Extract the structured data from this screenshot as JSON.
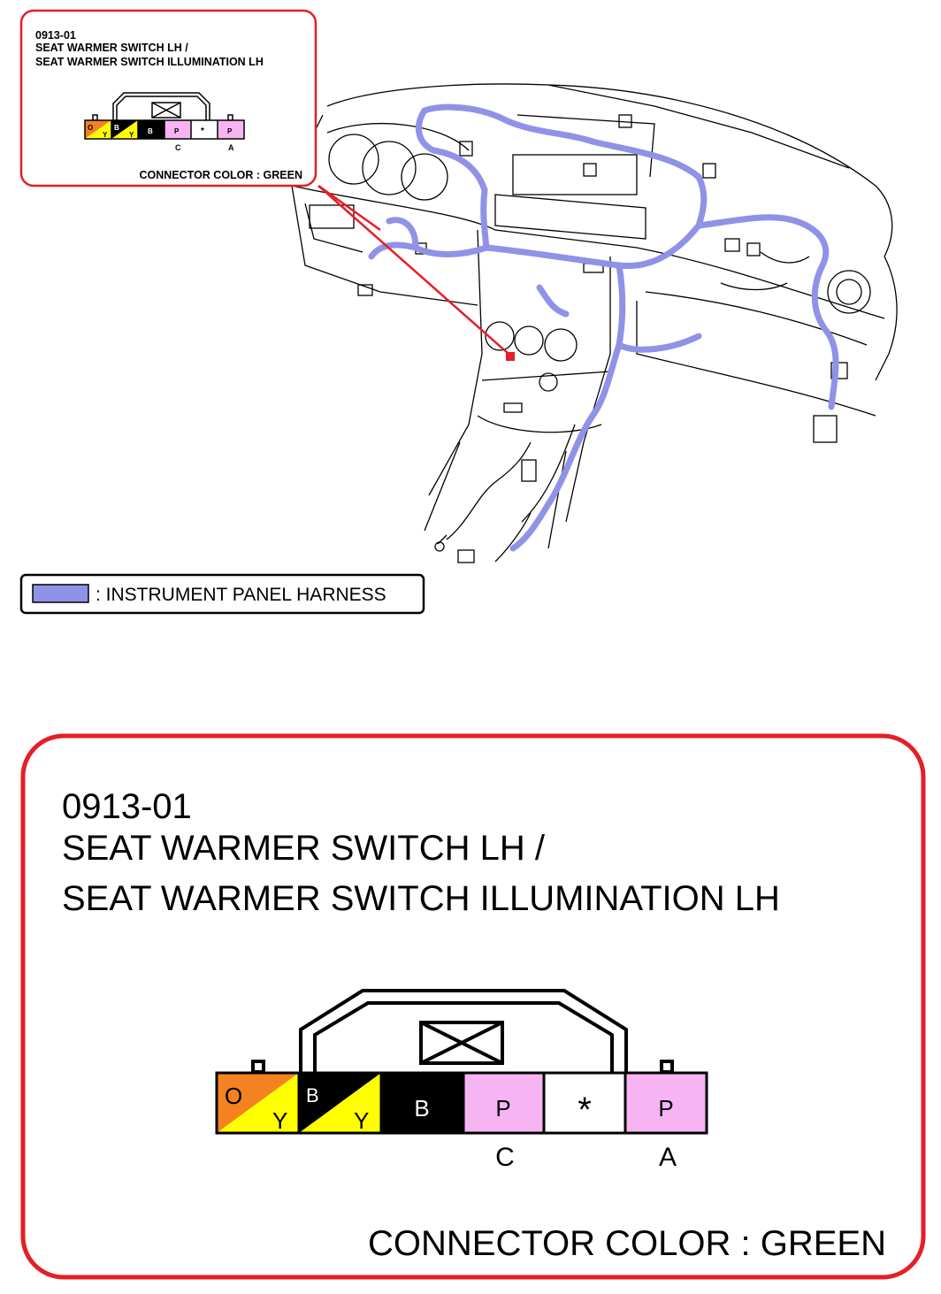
{
  "small_callout": {
    "code": "0913-01",
    "line1": "SEAT WARMER SWITCH LH /",
    "line2": "SEAT WARMER SWITCH ILLUMINATION LH",
    "connector_color": "CONNECTOR COLOR : GREEN"
  },
  "legend": {
    "label": ": INSTRUMENT PANEL HARNESS",
    "color": "#8f92e6"
  },
  "large_callout": {
    "code": "0913-01",
    "line1": "SEAT WARMER SWITCH LH /",
    "line2": "SEAT WARMER SWITCH ILLUMINATION LH",
    "connector_color": "CONNECTOR COLOR : GREEN"
  },
  "connector": {
    "pins": [
      {
        "top": "O",
        "bottom": "Y",
        "top_color": "#f58220",
        "bottom_color": "#ffff00",
        "split": true
      },
      {
        "top": "B",
        "bottom": "Y",
        "top_color": "#000000",
        "bottom_color": "#ffff00",
        "split": true
      },
      {
        "label": "B",
        "color": "#000000"
      },
      {
        "label": "P",
        "color": "#f7b4f2"
      },
      {
        "label": "*",
        "color": "#ffffff"
      },
      {
        "label": "P",
        "color": "#f7b4f2"
      }
    ],
    "pin_labels": {
      "C": "C",
      "A": "A"
    }
  },
  "colors": {
    "callout_border": "#e41f26",
    "harness": "#8f92e6",
    "leader_line": "#e41f26"
  }
}
